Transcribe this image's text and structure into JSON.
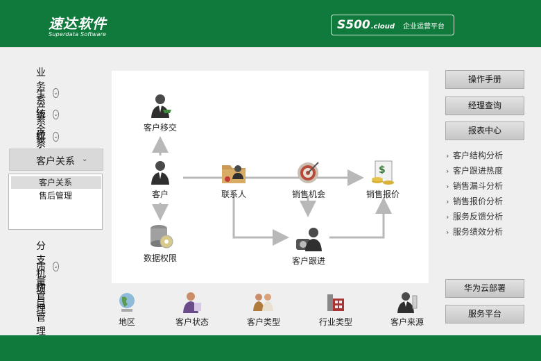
{
  "header": {
    "logo_title": "速达软件",
    "logo_subtitle": "Superdata Software",
    "platform_brand": "S500",
    "platform_suffix": ".cloud",
    "platform_name": "企业运营平台"
  },
  "nav": {
    "items": [
      "业务系统",
      "生产系统",
      "资金系统",
      "账务系统"
    ],
    "active": "客户关系",
    "submenu": [
      "客户关系",
      "售后管理"
    ],
    "lower_items": [
      "分支机构",
      "质量管理",
      "项目管理"
    ]
  },
  "flow": {
    "customer_transfer": "客户移交",
    "customer": "客户",
    "data_permission": "数据权限",
    "contact": "联系人",
    "sales_opportunity": "销售机会",
    "sales_quote": "销售报价",
    "customer_followup": "客户跟进"
  },
  "bottom": [
    "地区",
    "客户状态",
    "客户类型",
    "行业类型",
    "客户来源"
  ],
  "right": {
    "buttons_top": [
      "操作手册",
      "经理查询",
      "报表中心"
    ],
    "links": [
      "客户结构分析",
      "客户跟进热度",
      "销售漏斗分析",
      "销售报价分析",
      "服务反馈分析",
      "服务绩效分析"
    ],
    "buttons_bottom": [
      "华为云部署",
      "服务平台"
    ]
  },
  "colors": {
    "brand_green": "#0f7a3c",
    "panel_bg": "#ffffff",
    "page_bg": "#efefef"
  }
}
